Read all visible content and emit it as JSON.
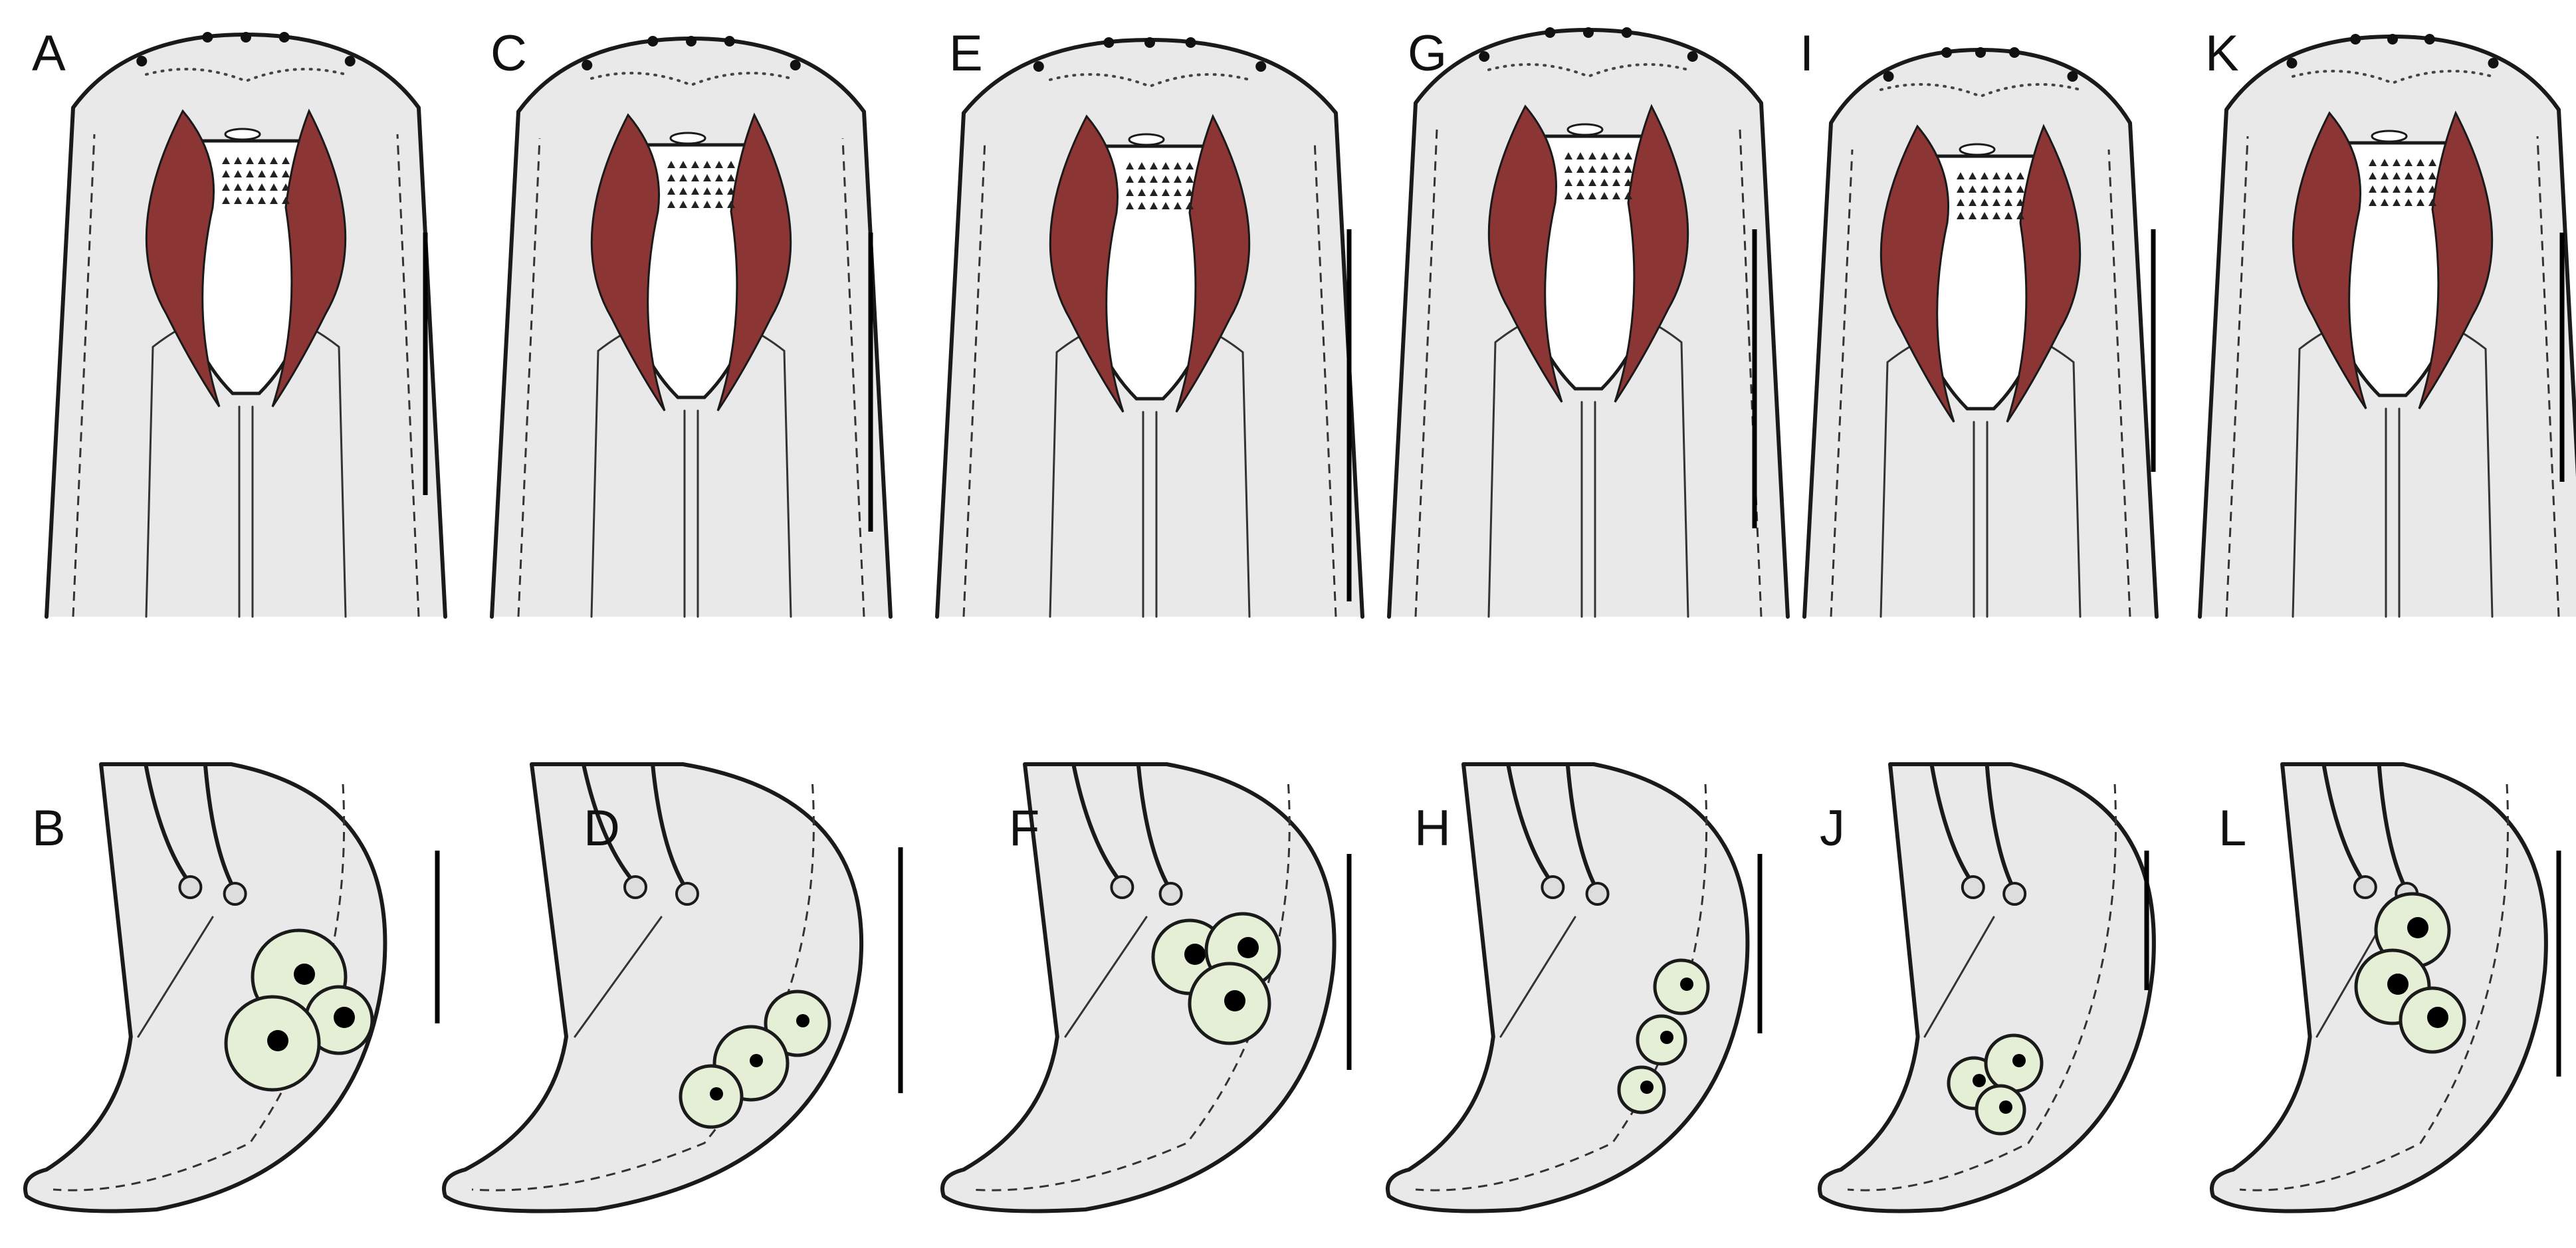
{
  "figure": {
    "labels_top": [
      "A",
      "C",
      "E",
      "G",
      "I",
      "K"
    ],
    "labels_bottom": [
      "B",
      "D",
      "F",
      "H",
      "J",
      "L"
    ]
  },
  "colors": {
    "cheilostom": "#8b3535",
    "gland": "#e4efd6",
    "tissue": "#e9e9e9",
    "outline": "#1a1a1a",
    "background": "#ffffff"
  },
  "icons": {
    "papilla": "small-dot",
    "denticle": "triangle",
    "nucleus": "filled-circle"
  }
}
